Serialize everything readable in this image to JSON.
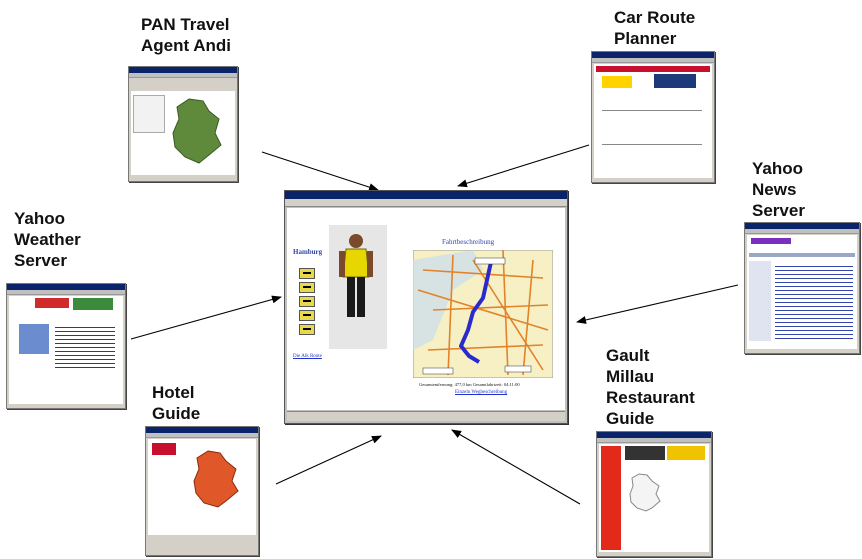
{
  "labels": {
    "pan_travel": [
      "PAN Travel",
      "Agent Andi"
    ],
    "car_route": [
      "Car Route",
      "Planner"
    ],
    "yahoo_news": [
      "Yahoo",
      "News",
      "Server"
    ],
    "yahoo_weather": [
      "Yahoo",
      "Weather",
      "Server"
    ],
    "hotel_guide": [
      "Hotel",
      "Guide"
    ],
    "gault_millau": [
      "Gault",
      "Millau",
      "Restaurant",
      "Guide"
    ]
  },
  "main_window": {
    "city": "Hamburg",
    "map_title": "Fahrtbeschreibung",
    "link_left": "Die Alk Route",
    "summary": "Gesamtentfernung: 477,0 km   Gesamtfahrtzeit: 04:11:00",
    "link_bottom": "Einzeln Wegbeschreibung"
  },
  "colors": {
    "titlebar": "#0a246a",
    "link": "#2233cc",
    "route": "#2a2acc",
    "arrow": "#000000"
  },
  "icons": [
    "arrow",
    "agent-figure",
    "map-icon",
    "logo-icon"
  ]
}
